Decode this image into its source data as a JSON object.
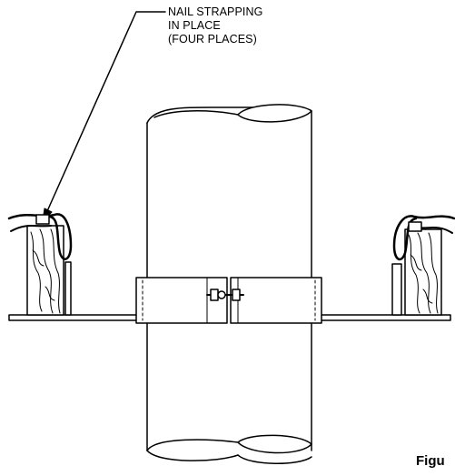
{
  "callout": {
    "lines": [
      "NAIL STRAPPING",
      "IN PLACE",
      "(FOUR PLACES)"
    ]
  },
  "caption": "Figu",
  "colors": {
    "ink": "#000000",
    "paper": "#ffffff"
  }
}
